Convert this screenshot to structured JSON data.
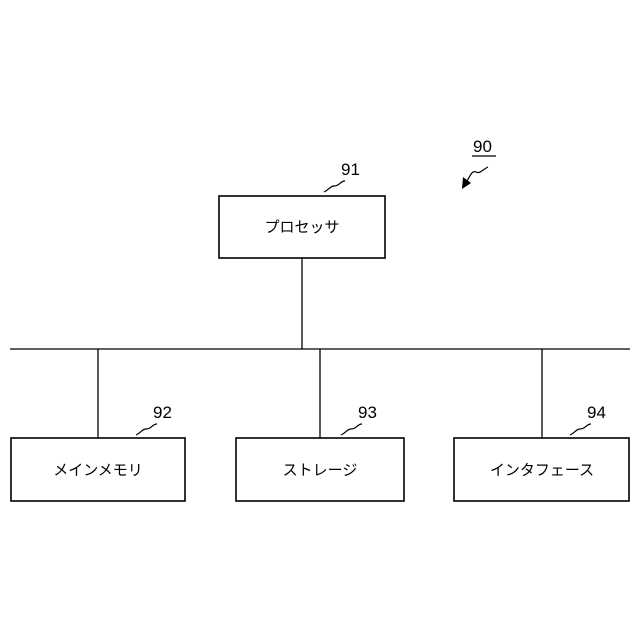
{
  "figure": {
    "label": "90"
  },
  "nodes": {
    "processor": {
      "label": "プロセッサ",
      "ref": "91"
    },
    "main_memory": {
      "label": "メインメモリ",
      "ref": "92"
    },
    "storage": {
      "label": "ストレージ",
      "ref": "93"
    },
    "interface": {
      "label": "インタフェース",
      "ref": "94"
    }
  },
  "colors": {
    "stroke": "#000000",
    "background": "#ffffff"
  }
}
